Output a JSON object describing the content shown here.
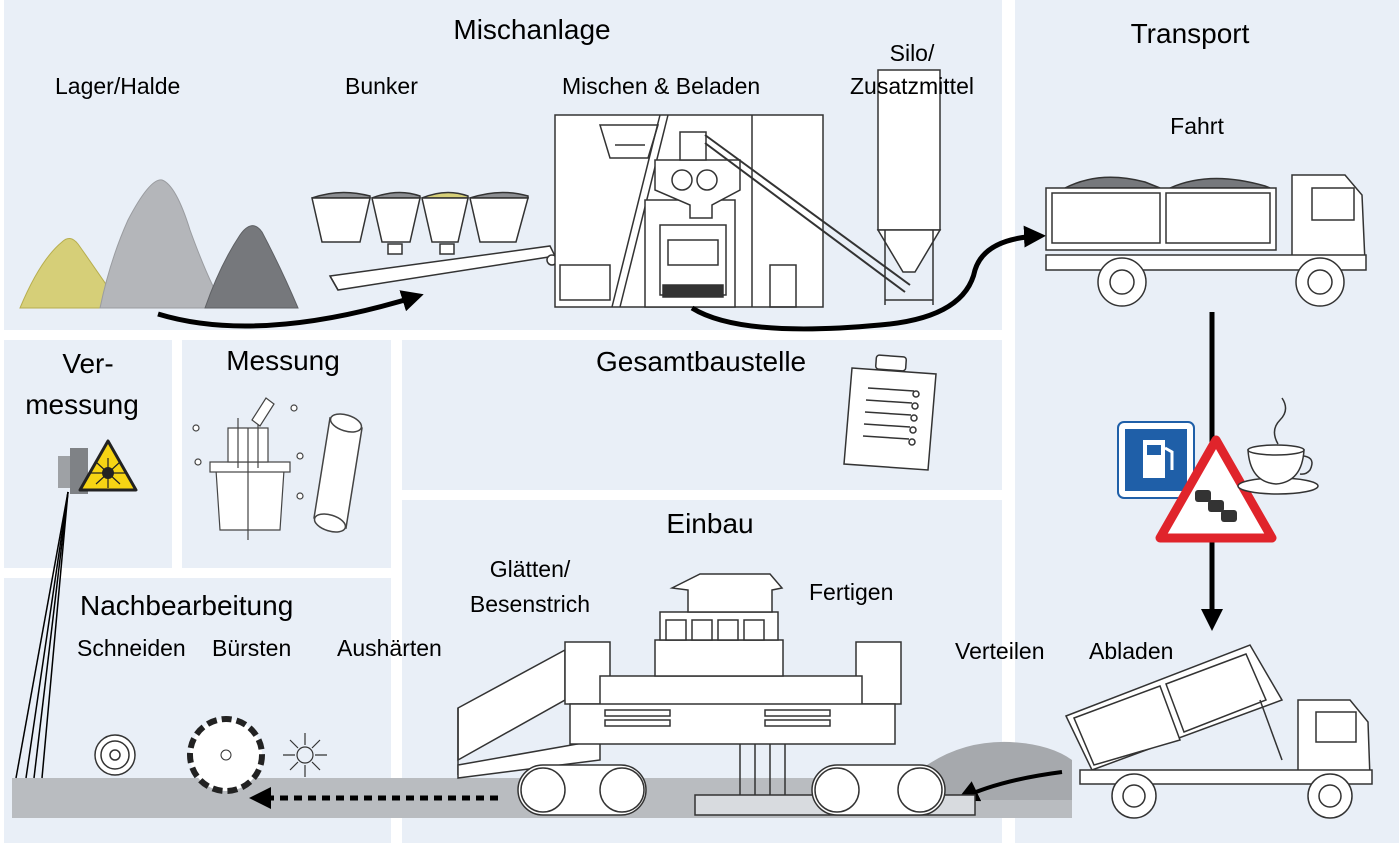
{
  "sections": {
    "mischanlage": {
      "title": "Mischanlage",
      "lager": "Lager/Halde",
      "bunker": "Bunker",
      "mischen": "Mischen & Beladen",
      "silo_line1": "Silo/",
      "silo_line2": "Zusatzmittel"
    },
    "transport": {
      "title": "Transport",
      "fahrt": "Fahrt",
      "verteilen": "Verteilen",
      "abladen": "Abladen"
    },
    "vermessung": {
      "line1": "Ver-",
      "line2": "messung"
    },
    "messung": {
      "title": "Messung"
    },
    "gesamtbaustelle": {
      "title": "Gesamtbaustelle"
    },
    "einbau": {
      "title": "Einbau",
      "glaetten_line1": "Glätten/",
      "glaetten_line2": "Besenstrich",
      "fertigen": "Fertigen"
    },
    "nachbearbeitung": {
      "title": "Nachbearbeitung",
      "schneiden": "Schneiden",
      "buersten": "Bürsten",
      "aushaerten": "Aushärten"
    }
  },
  "colors": {
    "panel": "#e9eff7",
    "sand": "#d6cf78",
    "gravel_light": "#b4b6ba",
    "gravel_dark": "#76787c",
    "ground": "#b9bcc0",
    "warning_red": "#e0242b",
    "sign_blue": "#1f5fa8",
    "laser_yellow": "#f6d414"
  }
}
